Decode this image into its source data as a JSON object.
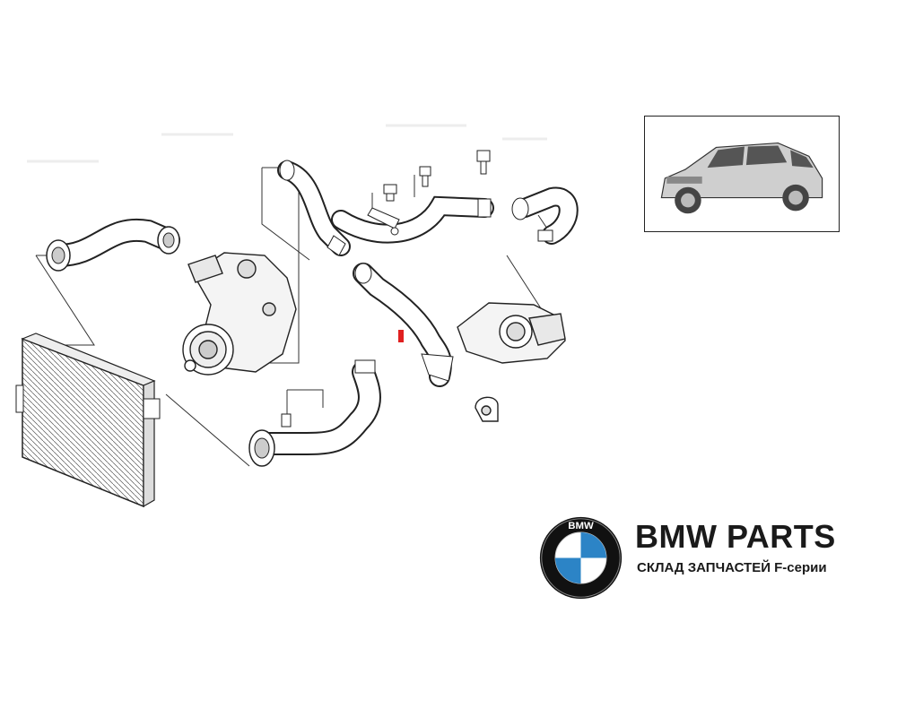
{
  "brand": {
    "title": "BMW PARTS",
    "subtitle": "СКЛАД ЗАПЧАСТЕЙ F-серии",
    "logo_letters": "BMW"
  },
  "colors": {
    "line": "#2b2b2b",
    "part_fill": "#ffffff",
    "shade": "#cfcfcf",
    "highlight": "#e02020",
    "logo_blue": "#2c84c6",
    "logo_ring": "#111111"
  }
}
